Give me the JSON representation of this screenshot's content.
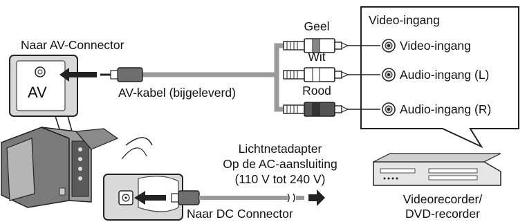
{
  "labels": {
    "av_connector": "Naar AV-Connector",
    "av_port": "AV",
    "av_cable": "AV-kabel (bijgeleverd)",
    "plug_yellow": "Geel",
    "plug_white": "Wit",
    "plug_red": "Rood",
    "input_box_title": "Video-ingang",
    "video_in": "Video-ingang",
    "audio_in_l": "Audio-ingang (L)",
    "audio_in_r": "Audio-ingang (R)",
    "adapter_line1": "Lichtnetadapter",
    "adapter_line2": "Op de AC-aansluiting",
    "adapter_line3": "(110 V tot 240 V)",
    "dc_connector": "Naar DC Connector",
    "recorder_line1": "Videorecorder/",
    "recorder_line2": "DVD-recorder"
  },
  "icons": [
    "camcorder-icon",
    "av-jack-icon",
    "dc-jack-icon",
    "rca-plug-icon",
    "rca-socket-icon",
    "recorder-icon",
    "arrow-icon"
  ],
  "colors": {
    "cable": "#9a9a9a",
    "plug_body": "#6e6e6e",
    "red_plug": "#4a4a4a",
    "outline": "#222222",
    "panel": "#d9d9d9"
  }
}
